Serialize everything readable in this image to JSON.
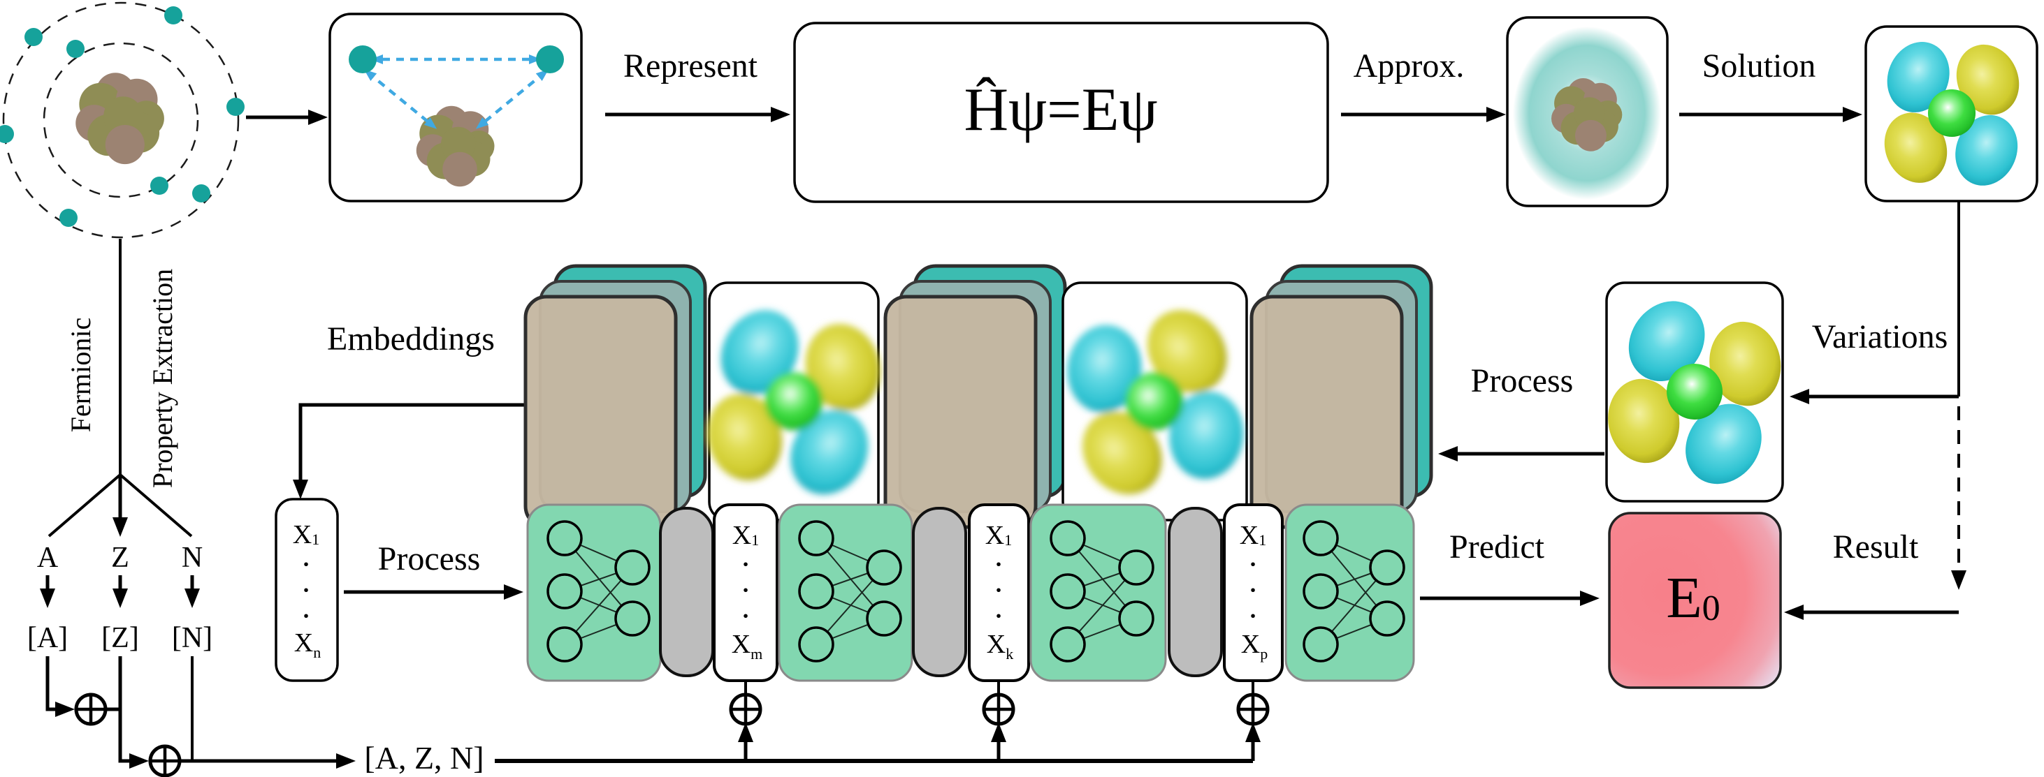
{
  "title": "Quantum many-body workflow: from nucleus to neural-network energy prediction",
  "glyphs": {
    "dot": "·",
    "oplus": "⊕"
  },
  "colors": {
    "electron_teal": "#16a29b",
    "nucleon_olive": "#8f8d55",
    "nucleon_brown": "#9c8372",
    "interaction_blue": "#3fa9e2",
    "stack_teal": "#3cbcb1",
    "stack_muted": "#8fb3af",
    "stack_tan": "#c5b7a1",
    "mlp_green": "#82d7b0",
    "separator_gray": "#bdbdbd",
    "energy_pink": "#f7828c",
    "energy_lavender": "#e3def0",
    "orbital_cyan": "#2fc3d2",
    "orbital_yellow": "#cfcb2d",
    "orbital_green": "#3fdd41"
  },
  "top_row": {
    "represent": "Represent",
    "equation": "Ĥψ=Eψ",
    "approx": "Approx.",
    "solution": "Solution"
  },
  "middle_row": {
    "embeddings": "Embeddings",
    "process": "Process",
    "variations": "Variations"
  },
  "left_column": {
    "fermionic": "Fermionic",
    "property_extraction": "Property Extraction",
    "a": "A",
    "z": "Z",
    "n": "N",
    "a_bracket": "[A]",
    "z_bracket": "[Z]",
    "n_bracket": "[N]",
    "azn_bracket": "[A, Z, N]"
  },
  "bottom_row": {
    "process": "Process",
    "predict": "Predict",
    "result": "Result",
    "input_vector": {
      "base": "X",
      "top_sub": "1",
      "bottom_sub": "n"
    },
    "latent_vectors": [
      {
        "base": "X",
        "top_sub": "1",
        "bottom_sub": "m"
      },
      {
        "base": "X",
        "top_sub": "1",
        "bottom_sub": "k"
      },
      {
        "base": "X",
        "top_sub": "1",
        "bottom_sub": "p"
      }
    ],
    "energy_base": "E",
    "energy_sub": "0"
  }
}
